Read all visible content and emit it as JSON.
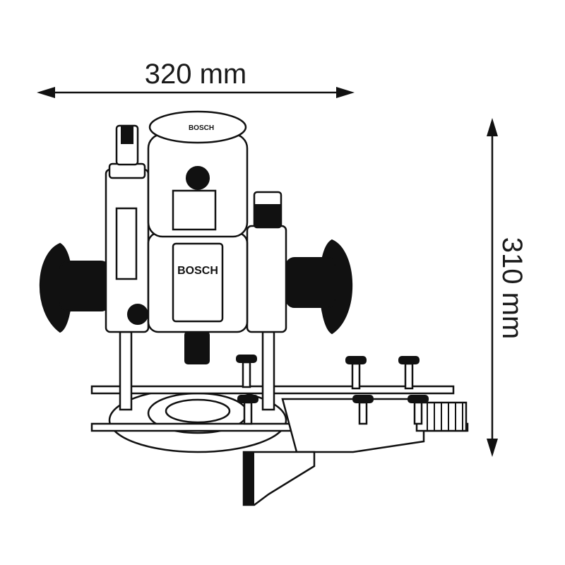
{
  "dimensions": {
    "width_label": "320 mm",
    "height_label": "310 mm"
  },
  "product": {
    "brand_label_body": "BOSCH",
    "brand_label_top": "BOSCH"
  },
  "colors": {
    "line": "#111111",
    "background": "#ffffff"
  }
}
